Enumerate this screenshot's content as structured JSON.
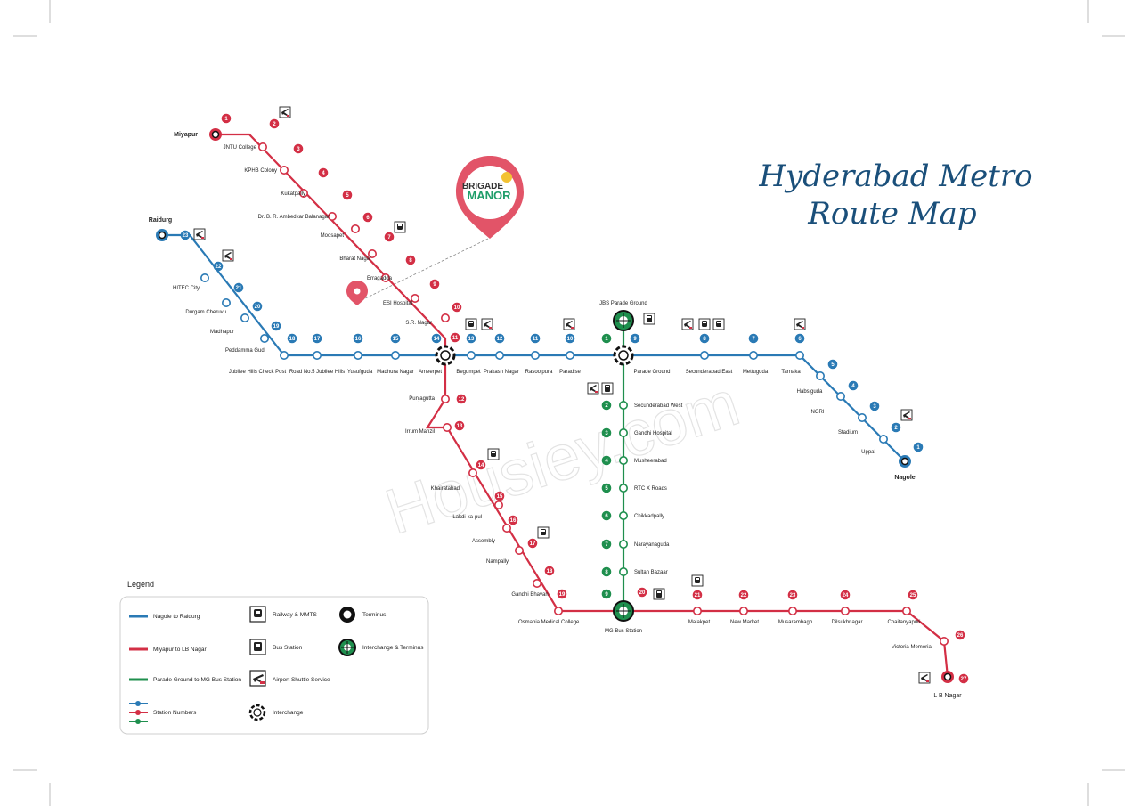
{
  "title": [
    "Hyderabad Metro",
    "Route Map"
  ],
  "brand": [
    "BRIGADE",
    "MANOR"
  ],
  "watermark": "Housiey.com",
  "colors": {
    "blue": "#2a7ab5",
    "red": "#d32f45",
    "green": "#1f8f4e",
    "title": "#1a4f7a",
    "pin": "#e25468",
    "brand_dot": "#f3c233",
    "brand_green": "#1f9e6a"
  },
  "lines": [
    {
      "name": "Nagole to Raidurg",
      "color": "blue"
    },
    {
      "name": "Miyapur to LB Nagar",
      "color": "red"
    },
    {
      "name": "Parade Ground to MG Bus Station",
      "color": "green"
    }
  ],
  "terminals": {
    "miyapur": "Miyapur",
    "raidurg": "Raidurg",
    "nagole": "Nagole",
    "lbnagar": "L B Nagar",
    "jbs": "JBS Parade Ground",
    "mgbs": "MG Bus Station"
  },
  "stations": {
    "red_north": [
      "JNTU College",
      "KPHB Colony",
      "Kukatpally",
      "Dr. B. R. Ambedkar Balanagar",
      "Moosapet",
      "Bharat Nagar",
      "Erragadda",
      "ESI Hospital",
      "S.R. Nagar"
    ],
    "red_south": [
      "Punjagutta",
      "Irrum Manzil",
      "Khairatabad",
      "Lakdi-ka-pul",
      "Assembly",
      "Nampally",
      "Gandhi Bhavan",
      "Osmania Medical College"
    ],
    "red_east": [
      "Malakpet",
      "New Market",
      "Musarambagh",
      "Dilsukhnagar",
      "Chaitanyapuri",
      "Victoria Memorial"
    ],
    "blue_west": [
      "HITEC City",
      "Durgam Cheruvu",
      "Madhapur",
      "Peddamma Gudi",
      "Jubilee Hills Check Post",
      "Road No.5 Jubilee Hills",
      "Yusufguda",
      "Madhura Nagar",
      "Ameerpet"
    ],
    "blue_mid": [
      "Begumpet",
      "Prakash Nagar",
      "Rasoolpura",
      "Paradise",
      "Parade Ground"
    ],
    "blue_east": [
      "Secunderabad East",
      "Mettuguda",
      "Tarnaka",
      "Habsiguda",
      "NGRI",
      "Stadium",
      "Uppal"
    ],
    "green": [
      "Secunderabad West",
      "Gandhi Hospital",
      "Musheerabad",
      "RTC X Roads",
      "Chikkadpally",
      "Narayanaguda",
      "Sultan Bazaar"
    ]
  },
  "numbers": {
    "red": [
      "1",
      "2",
      "3",
      "4",
      "5",
      "6",
      "7",
      "8",
      "9",
      "10",
      "11",
      "12",
      "13",
      "14",
      "15",
      "16",
      "17",
      "18",
      "19",
      "20",
      "21",
      "22",
      "23",
      "24",
      "25",
      "26",
      "27"
    ],
    "blue": [
      "23",
      "22",
      "21",
      "20",
      "19",
      "18",
      "17",
      "16",
      "15",
      "14",
      "13",
      "12",
      "11",
      "10",
      "9",
      "8",
      "7",
      "6",
      "5",
      "4",
      "3",
      "2",
      "1"
    ],
    "green": [
      "1",
      "2",
      "3",
      "4",
      "5",
      "6",
      "7",
      "8",
      "9"
    ]
  },
  "legend": {
    "heading": "Legend",
    "lines": [
      "Nagole to Raidurg",
      "Miyapur to LB Nagar",
      "Parade Ground to MG Bus Station",
      "Station Numbers"
    ],
    "symbols": [
      "Railway & MMTS",
      "Bus Station",
      "Airport Shuttle Service",
      "Terminus",
      "Interchange & Terminus",
      "Interchange"
    ]
  }
}
